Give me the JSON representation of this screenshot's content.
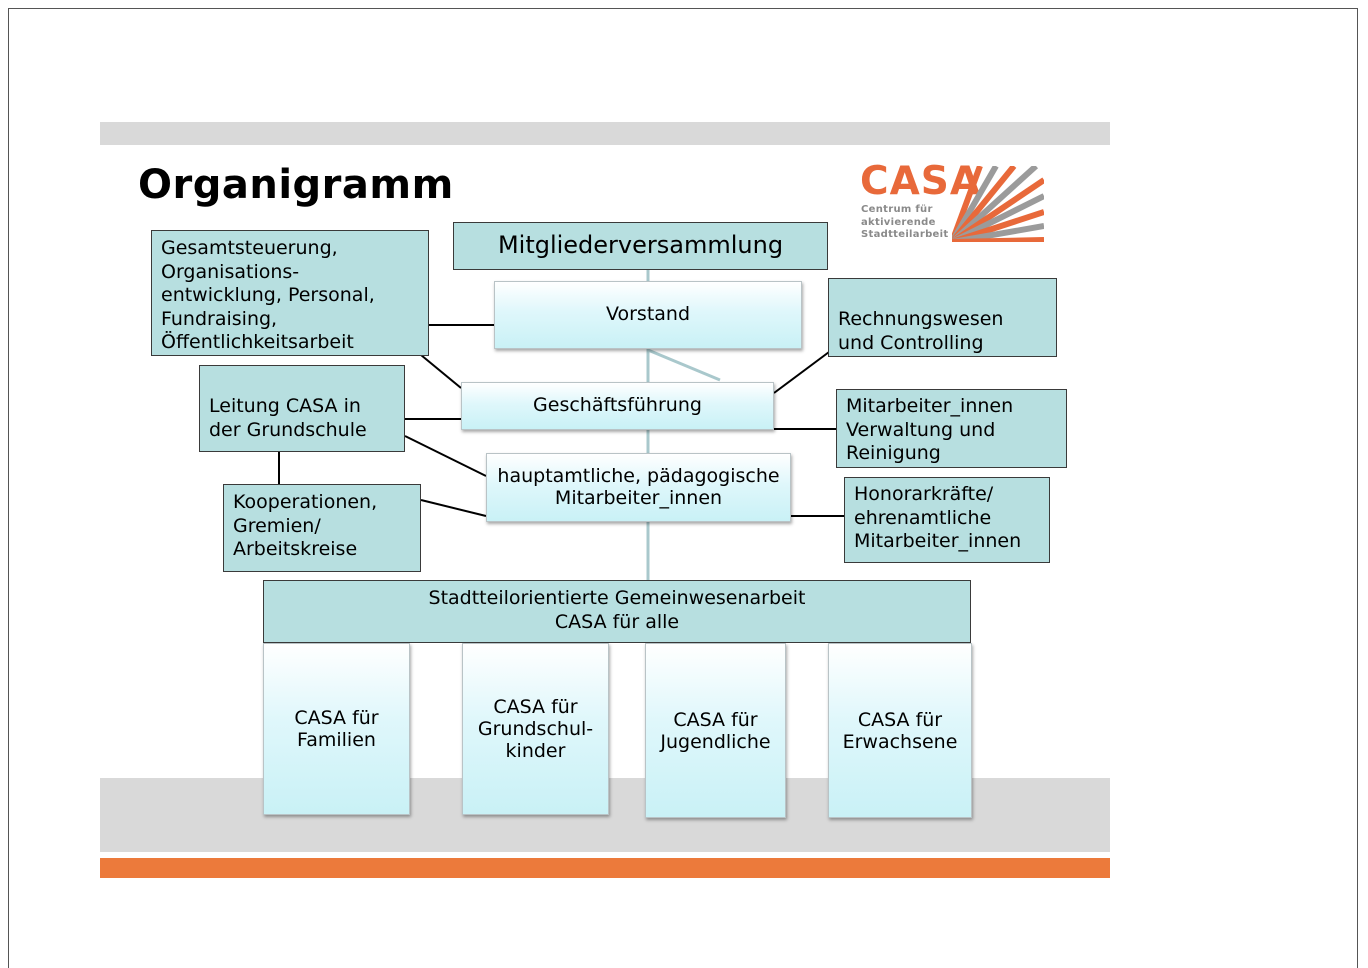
{
  "title": "Organigramm",
  "logo": {
    "word": "CASA",
    "subtitle": [
      "Centrum für",
      "aktivierende",
      "Stadtteilarbeit"
    ]
  },
  "colors": {
    "accent_orange": "#ec7a3b",
    "box_teal": "#b7dfe0",
    "box_light": "#dff7fb",
    "band_gray": "#d9d9d9"
  },
  "nodes": {
    "mitgliederversammlung": "Mitgliederversammlung",
    "vorstand": "Vorstand",
    "gesamtsteuerung": [
      "Gesamtsteuerung,",
      "Organisations-",
      "entwicklung, Personal,",
      "Fundraising,",
      "Öffentlichkeitsarbeit"
    ],
    "rechnungswesen": [
      "Rechnungswesen",
      "und Controlling"
    ],
    "geschaeftsfuehrung": "Geschäftsführung",
    "leitung": [
      "Leitung CASA in",
      "der Grundschule"
    ],
    "mitarbeiter_verwaltung": [
      "Mitarbeiter_innen",
      "Verwaltung und",
      "Reinigung"
    ],
    "hauptamtliche": [
      "hauptamtliche, pädagogische",
      "Mitarbeiter_innen"
    ],
    "kooperationen": [
      "Kooperationen,",
      "Gremien/",
      "Arbeitskreise"
    ],
    "honorarkraefte": [
      "Honorarkräfte/",
      "ehrenamtliche",
      "Mitarbeiter_innen"
    ],
    "gemeinwesenarbeit": [
      "Stadtteilorientierte Gemeinwesenarbeit",
      "CASA für alle"
    ],
    "bereiche": [
      [
        "CASA für",
        "Familien"
      ],
      [
        "CASA für",
        "Grundschul-",
        "kinder"
      ],
      [
        "CASA für",
        "Jugendliche"
      ],
      [
        "CASA für",
        "Erwachsene"
      ]
    ]
  }
}
